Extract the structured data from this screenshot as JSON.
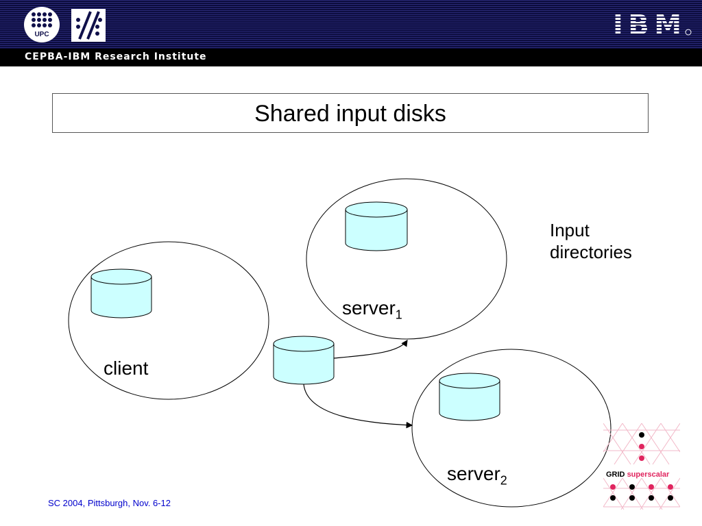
{
  "header": {
    "upc_logo_text": "UPC",
    "ibm_logo_text": "IBM",
    "institute": "CEPBA-IBM Research Institute"
  },
  "title": "Shared input disks",
  "diagram": {
    "client_label": "client",
    "server1_label": "server",
    "server1_sub": "1",
    "server2_label": "server",
    "server2_sub": "2",
    "input_label_line1": "Input",
    "input_label_line2": "directories"
  },
  "footer": {
    "text": "SC 2004, Pittsburgh, Nov. 6-12"
  },
  "logo": {
    "grid": "GRID",
    "superscalar": "superscalar"
  },
  "colors": {
    "header_bg": "#10104a",
    "disk_fill": "#ccffff",
    "footer_text": "#0000cc",
    "logo_pink": "#e0245e"
  }
}
